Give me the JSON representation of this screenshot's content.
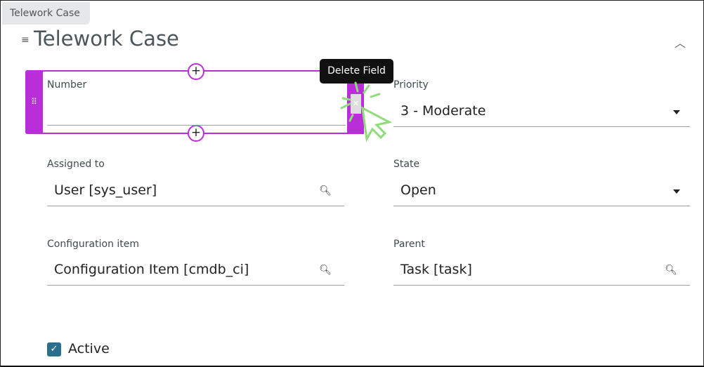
{
  "tab": "Telework Case",
  "form": {
    "title": "Telework Case"
  },
  "tooltip": "Delete Field",
  "fields": [
    {
      "label": "Number",
      "value": ""
    },
    {
      "label": "Priority",
      "value": "3 - Moderate"
    },
    {
      "label": "Assigned to",
      "value": "User [sys_user]"
    },
    {
      "label": "State",
      "value": "Open"
    },
    {
      "label": "Configuration item",
      "value": "Configuration Item [cmdb_ci]"
    },
    {
      "label": "Parent",
      "value": "Task [task]"
    }
  ],
  "active": {
    "label": "Active",
    "checked": true
  },
  "colors": {
    "accent": "#b82fd7",
    "checkbox": "#2c6f8d"
  }
}
